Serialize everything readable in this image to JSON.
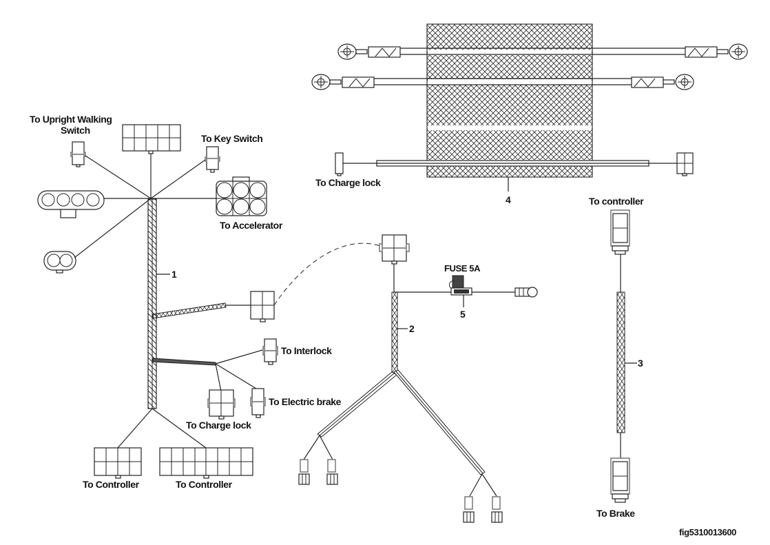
{
  "figure_id": "fig5310013600",
  "harness_1": {
    "callout": "1",
    "labels": {
      "upright_walking_switch_line1": "To Upright Walking",
      "upright_walking_switch_line2": "Switch",
      "key_switch": "To Key Switch",
      "accelerator": "To Accelerator",
      "interlock": "To Interlock",
      "electric_brake": "To Electric brake",
      "charge_lock": "To Charge lock",
      "controller_a": "To Controller",
      "controller_b": "To Controller"
    }
  },
  "harness_2": {
    "callout": "2",
    "fuse_label": "FUSE 5A",
    "fuse_callout": "5"
  },
  "harness_3": {
    "callout": "3",
    "top_label": "To controller",
    "bottom_label": "To  Brake"
  },
  "harness_4": {
    "callout": "4",
    "charge_lock_label": "To Charge lock"
  }
}
